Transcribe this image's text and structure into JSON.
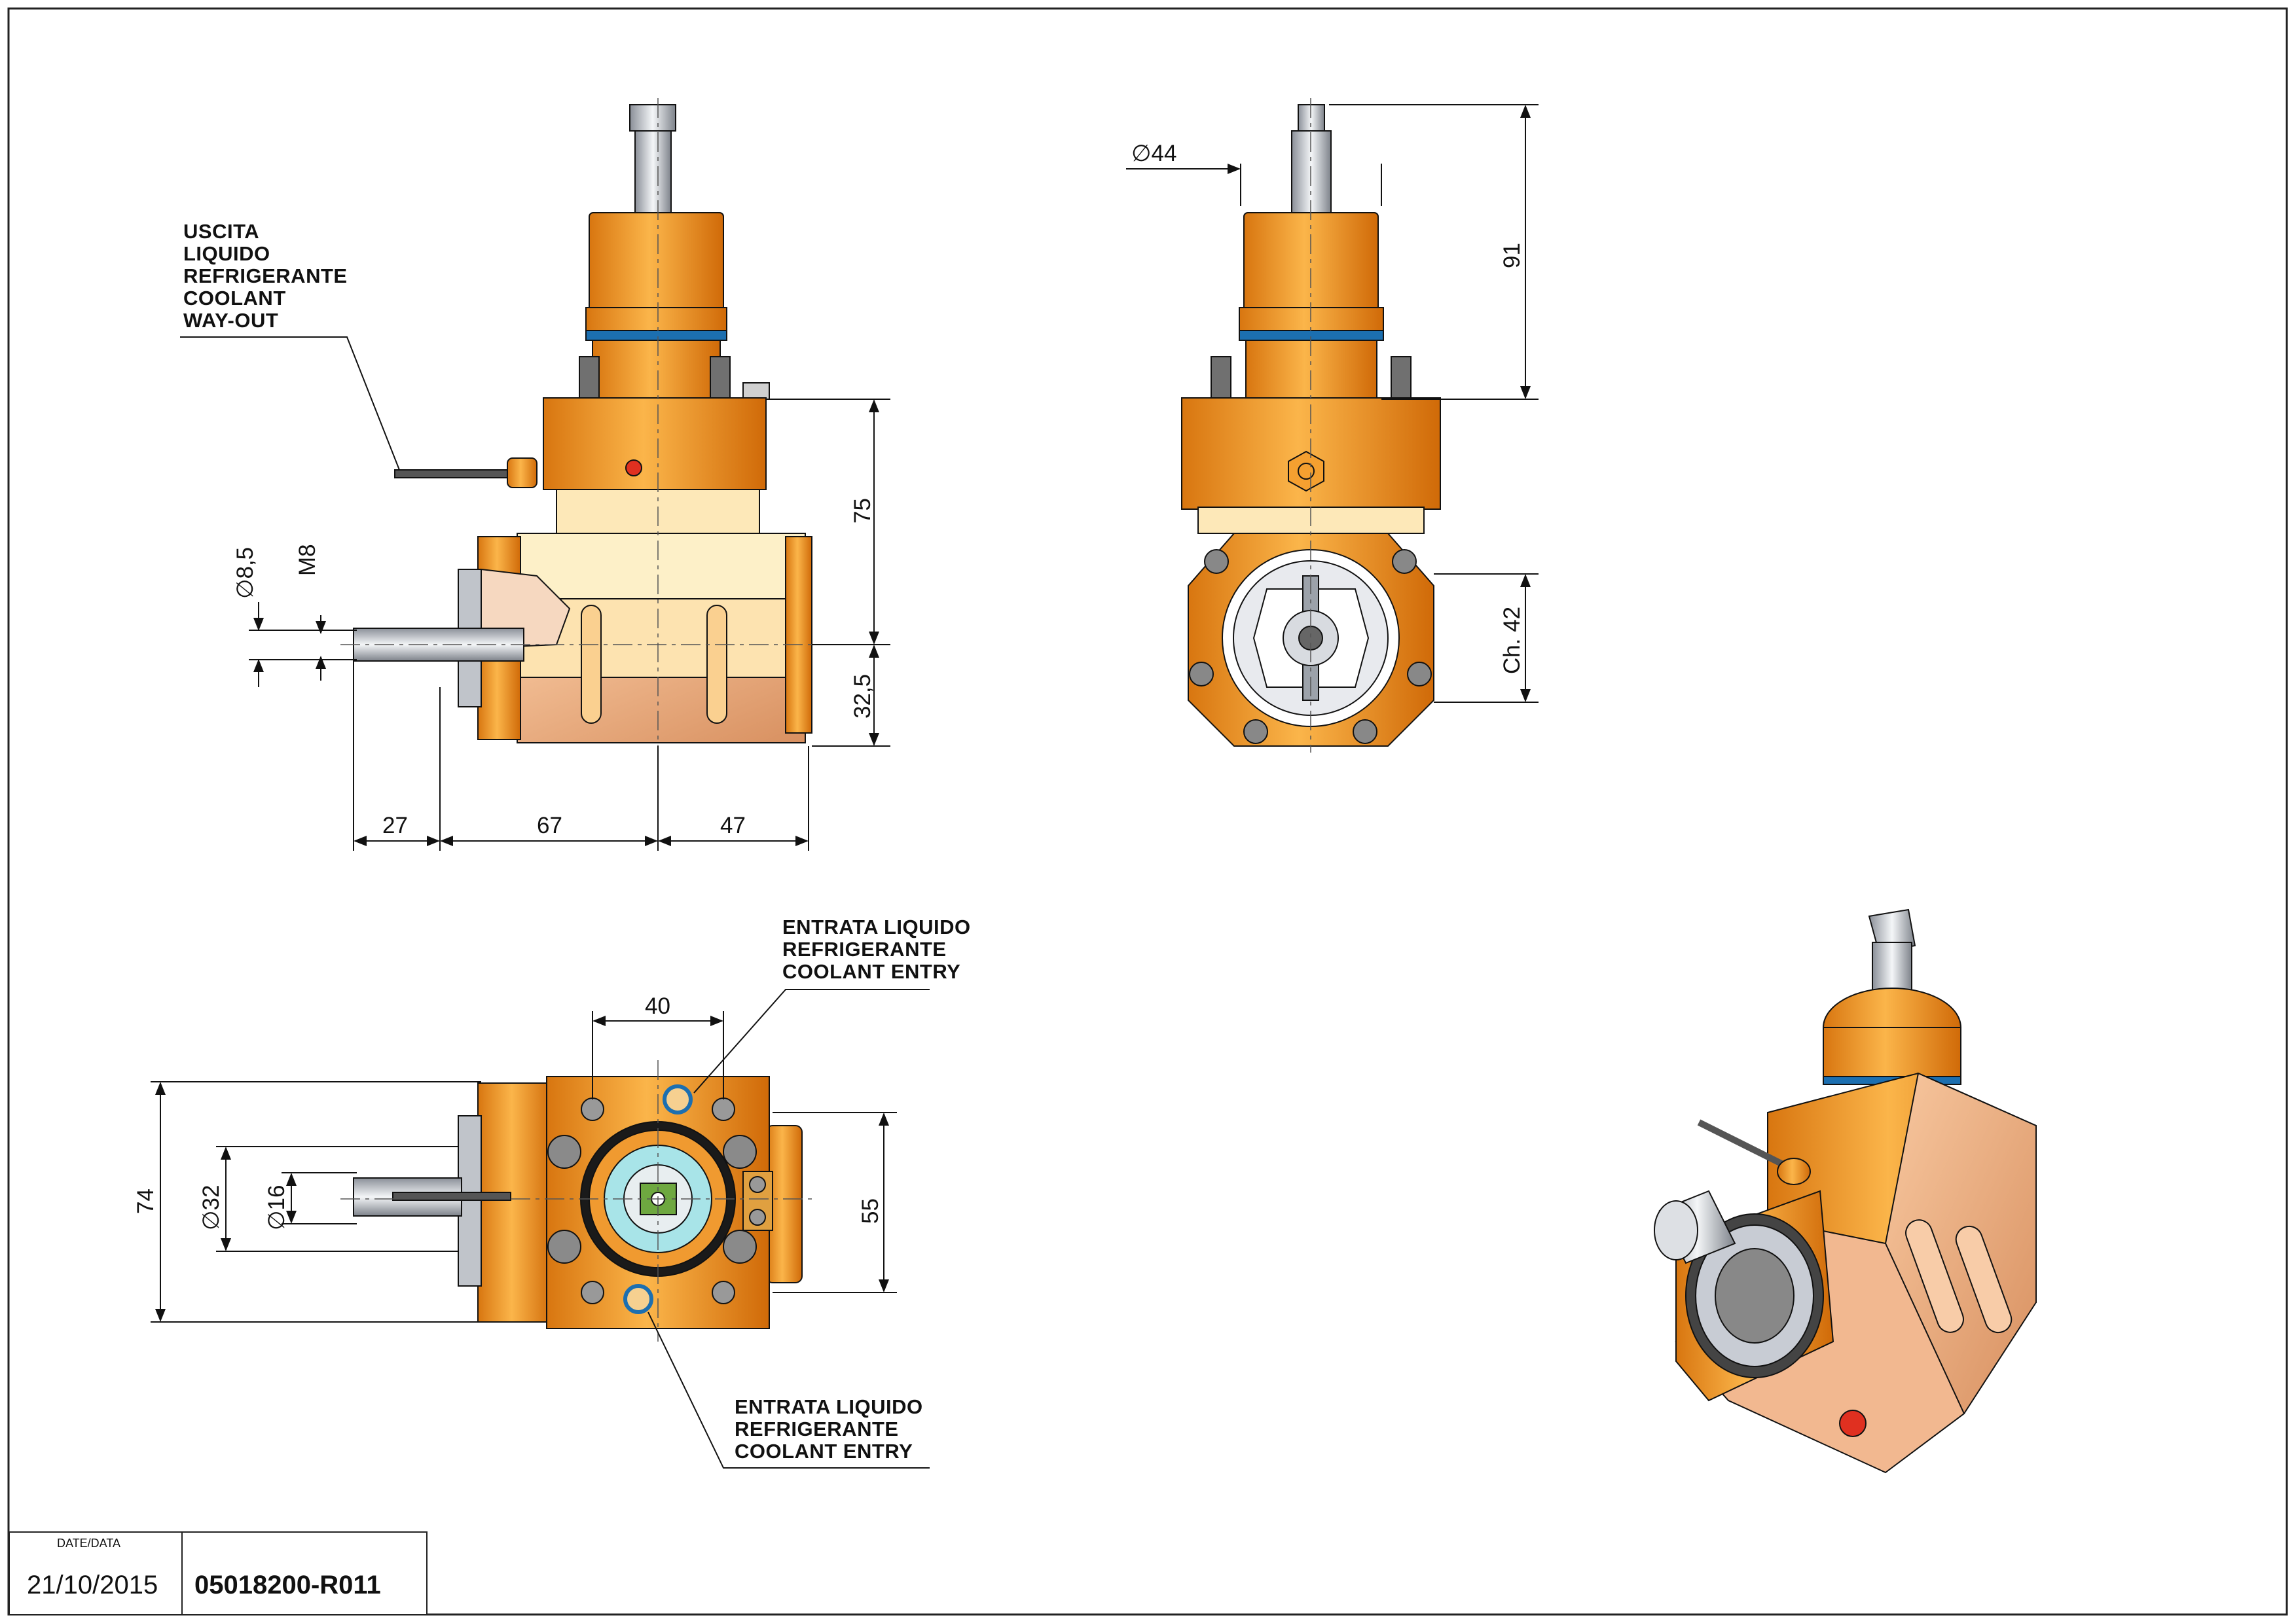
{
  "labels": {
    "coolant_exit": "USCITA\nLIQUIDO\nREFRIGERANTE\nCOOLANT\nWAY-OUT",
    "coolant_entry_top": "ENTRATA LIQUIDO\nREFRIGERANTE\nCOOLANT ENTRY",
    "coolant_entry_bottom": "ENTRATA LIQUIDO\nREFRIGERANTE\nCOOLANT ENTRY"
  },
  "dimensions": {
    "side_75": "75",
    "side_32_5": "32,5",
    "side_27": "27",
    "side_67": "67",
    "side_47": "47",
    "side_d8_5": "∅8,5",
    "side_m8": "M8",
    "front_d44": "∅44",
    "front_91": "91",
    "front_ch42": "Ch. 42",
    "bottom_40": "40",
    "bottom_74": "74",
    "bottom_d32": "∅32",
    "bottom_d16": "∅16",
    "bottom_55": "55"
  },
  "title_block": {
    "date_header": "DATE/DATA",
    "date": "21/10/2015",
    "code": "05018200-R011"
  },
  "colors": {
    "orange": "#f0961e",
    "orange_dark": "#c8680a",
    "cream": "#fdf0c8",
    "peach": "#e8a878",
    "steel": "#c8ccd4",
    "ring": "#1c6fb0",
    "line": "#111111",
    "red_dot": "#e03020"
  }
}
